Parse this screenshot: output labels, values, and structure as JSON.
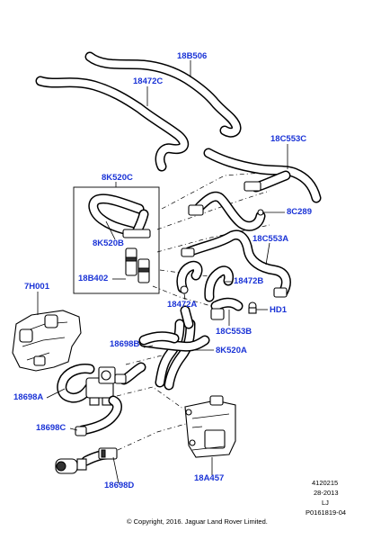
{
  "callouts": {
    "c18B506": "18B506",
    "c18472C": "18472C",
    "c18C553C": "18C553C",
    "c8K520C": "8K520C",
    "c8C289": "8C289",
    "c8K520B": "8K520B",
    "c18C553A": "18C553A",
    "c18B402": "18B402",
    "c18472B": "18472B",
    "c7H001": "7H001",
    "c18472A": "18472A",
    "cHD1": "HD1",
    "c18C553B": "18C553B",
    "c18698B": "18698B",
    "c8K520A": "8K520A",
    "c18698A": "18698A",
    "c18698C": "18698C",
    "c18A457": "18A457",
    "c18698D": "18698D"
  },
  "meta": {
    "ref_number": "4120215",
    "date_code": "28-2013",
    "initials": "LJ",
    "drawing_id": "P0161819-04",
    "copyright": "© Copyright, 2016. Jaguar Land Rover Limited."
  }
}
